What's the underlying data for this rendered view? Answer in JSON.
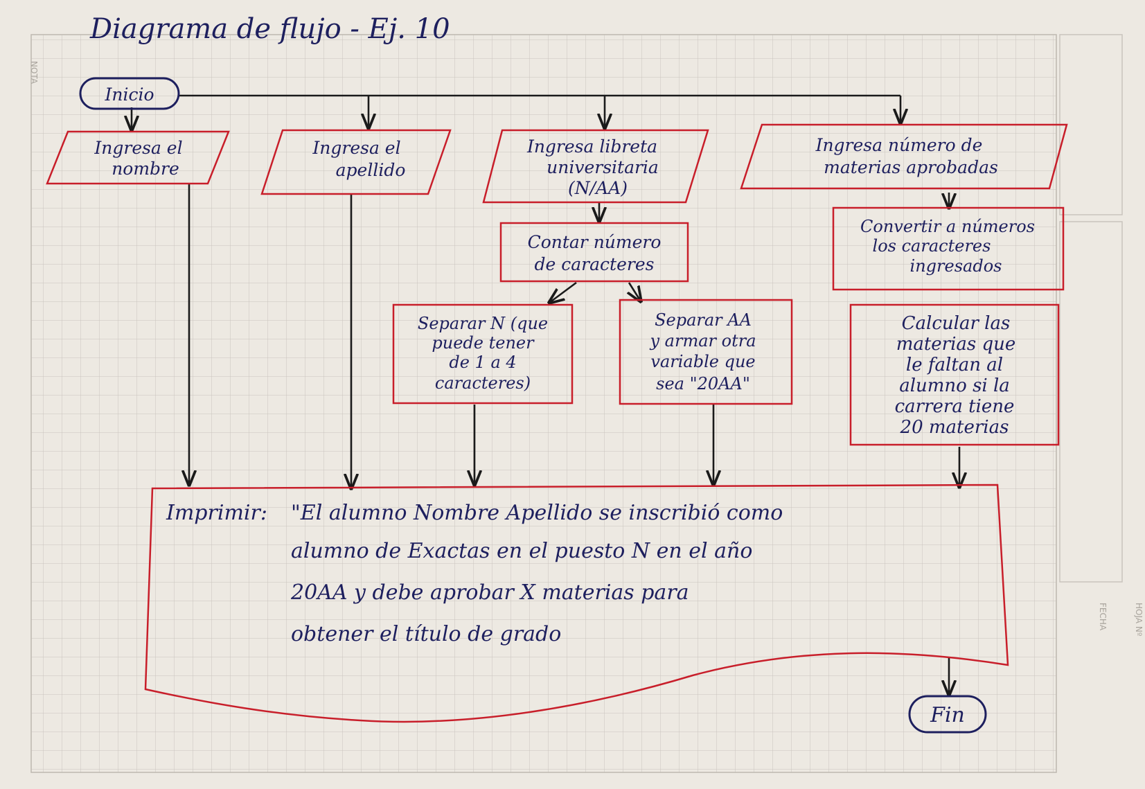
{
  "title": "Diagrama de flujo - Ej. 10",
  "margin_labels": {
    "nota": "NOTA",
    "fecha": "FECHA",
    "hoja": "HOJA Nº"
  },
  "colors": {
    "paper": "#ede9e2",
    "grid": "#c9c4bd",
    "box_border": "#c81e2a",
    "ink": "#1d1f5e",
    "arrow": "#1a1a1a"
  },
  "terminals": {
    "start": "Inicio",
    "end": "Fin"
  },
  "inputs": {
    "nombre": [
      "Ingresa el",
      "nombre"
    ],
    "apellido": [
      "Ingresa el",
      "apellido"
    ],
    "libreta": [
      "Ingresa libreta",
      "universitaria",
      "(N/AA)"
    ],
    "materias": [
      "Ingresa número de",
      "materias aprobadas"
    ]
  },
  "processes": {
    "contar": [
      "Contar número",
      "de caracteres"
    ],
    "separar_n": [
      "Separar N (que",
      "puede tener",
      "de 1 a 4",
      "caracteres)"
    ],
    "separar_aa": [
      "Separar AA",
      "y armar otra",
      "variable que",
      "sea \"20AA\""
    ],
    "convertir": [
      "Convertir a números",
      "los caracteres",
      "ingresados"
    ],
    "calcular": [
      "Calcular las",
      "materias que",
      "le faltan al",
      "alumno si la",
      "carrera tiene",
      "20 materias"
    ]
  },
  "output": {
    "label": "Imprimir:",
    "lines": [
      "\"El alumno Nombre Apellido se inscribió como",
      "alumno de Exactas en el puesto N en el año",
      "20AA y debe aprobar X materias para",
      "obtener el título de grado"
    ]
  }
}
